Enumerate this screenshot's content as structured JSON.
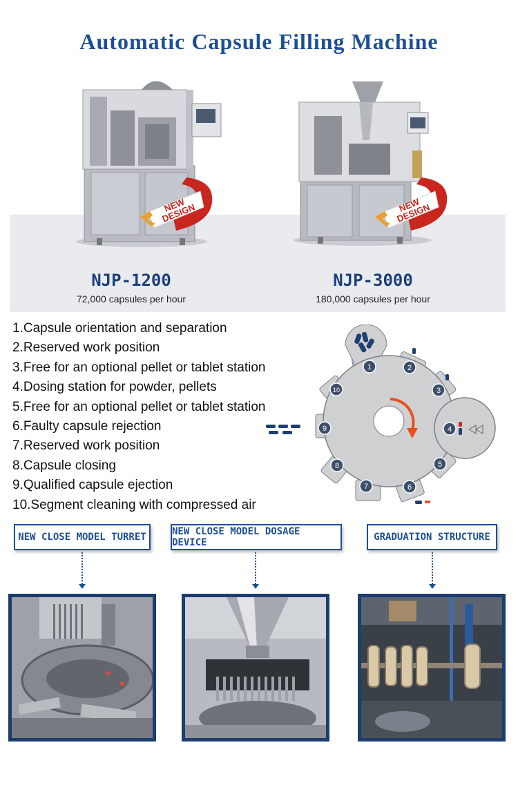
{
  "title": "Automatic Capsule Filling Machine",
  "badge_text": [
    "NEW",
    "DESIGN"
  ],
  "machines": [
    {
      "model": "NJP-1200",
      "capacity": "72,000 capsules per hour"
    },
    {
      "model": "NJP-3000",
      "capacity": "180,000 capsules per hour"
    }
  ],
  "features": [
    "1.Capsule orientation and separation",
    "2.Reserved work position",
    "3.Free for an optional pellet or tablet station",
    "4.Dosing station for powder, pellets",
    "5.Free for an optional pellet or tablet station",
    "6.Faulty capsule rejection",
    "7.Reserved work position",
    "8.Capsule closing",
    "9.Qualified capsule ejection",
    "10.Segment cleaning with compressed air"
  ],
  "stations": [
    "1",
    "2",
    "3",
    "4",
    "5",
    "6",
    "7",
    "8",
    "9",
    "10"
  ],
  "labels": [
    "NEW CLOSE MODEL TURRET",
    "NEW CLOSE MODEL DOSAGE DEVICE",
    "GRADUATION STRUCTURE"
  ],
  "colors": {
    "title": "#1d4f93",
    "accent_red": "#c8261e",
    "station_badge": "#3c4f6b",
    "arrow": "#e8501e"
  }
}
